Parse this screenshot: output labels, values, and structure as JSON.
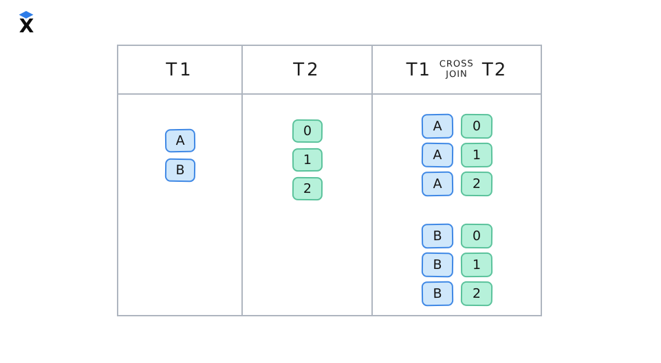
{
  "logo": {
    "symbol": "X"
  },
  "colors": {
    "table_border": "#aeb5bf",
    "blue_fill": "#cfe7fb",
    "blue_border": "#3f88e5",
    "green_fill": "#b6f1da",
    "green_border": "#5ac29b",
    "diamond": "#2d7ce8",
    "ink": "#141414"
  },
  "table": {
    "columns": [
      {
        "header": "T1",
        "cells": [
          "A",
          "B"
        ]
      },
      {
        "header": "T2",
        "cells": [
          "0",
          "1",
          "2"
        ]
      },
      {
        "header_left": "T1",
        "header_mid_top": "CROSS",
        "header_mid_bottom": "JOIN",
        "header_right": "T2",
        "groups": [
          {
            "pairs": [
              [
                "A",
                "0"
              ],
              [
                "A",
                "1"
              ],
              [
                "A",
                "2"
              ]
            ]
          },
          {
            "pairs": [
              [
                "B",
                "0"
              ],
              [
                "B",
                "1"
              ],
              [
                "B",
                "2"
              ]
            ]
          }
        ]
      }
    ]
  }
}
